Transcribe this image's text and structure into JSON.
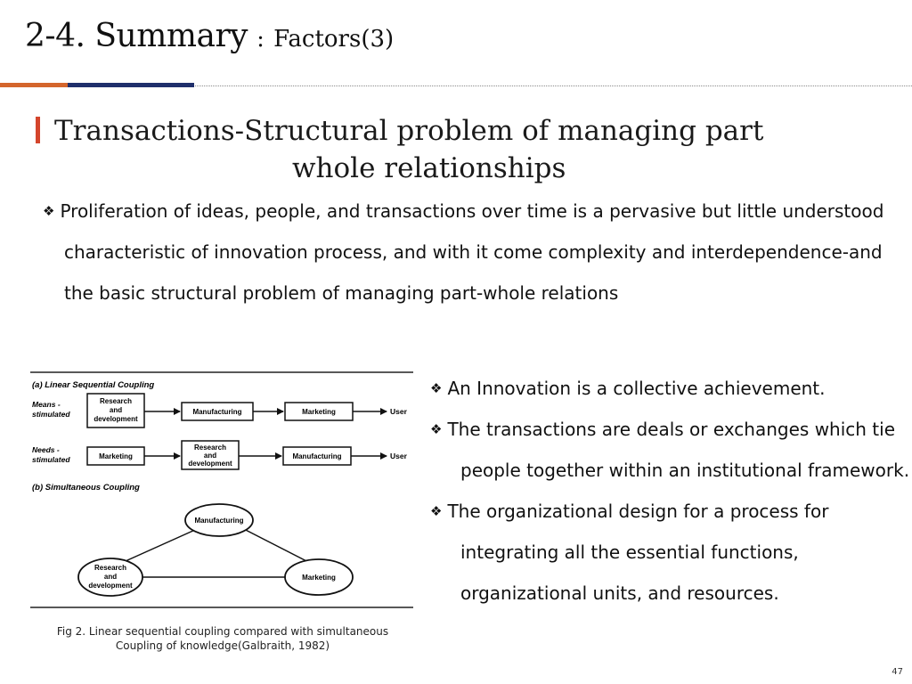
{
  "slide": {
    "title_main": "2-4. Summary",
    "title_sep": ":",
    "title_sub": "Factors(3)",
    "heading_line1": "Transactions-Structural problem of managing part",
    "heading_line2": "whole relationships",
    "paragraph": "Proliferation of ideas, people, and transactions over time is a pervasive but little understood characteristic of innovation process, and with it come complexity and interdependence-and the basic structural problem of managing part-whole relations",
    "bullets": [
      {
        "text": "An Innovation is a collective achievement."
      },
      {
        "text": "The transactions are deals or exchanges which tie people together within an institutional framework."
      },
      {
        "text": "The organizational design for a process for integrating all the essential functions, organizational units, and resources."
      }
    ],
    "caption": "Fig 2. Linear sequential coupling compared with simultaneous Coupling of knowledge(Galbraith, 1982)",
    "page_number": "47",
    "bullet_symbol": "❖"
  },
  "figure": {
    "section_a": "(a) Linear Sequential Coupling",
    "row1_label": [
      "Means -",
      "stimulated"
    ],
    "row1_boxes": [
      [
        "Research",
        "and",
        "development"
      ],
      [
        "Manufacturing"
      ],
      [
        "Marketing"
      ]
    ],
    "row1_end": "User",
    "row2_label": [
      "Needs -",
      "stimulated"
    ],
    "row2_boxes": [
      [
        "Marketing"
      ],
      [
        "Research",
        "and",
        "development"
      ],
      [
        "Manufacturing"
      ]
    ],
    "row2_end": "User",
    "section_b": "(b) Simultaneous Coupling",
    "ellipses": [
      [
        "Manufacturing"
      ],
      [
        "Research",
        "and",
        "development"
      ],
      [
        "Marketing"
      ]
    ]
  },
  "colors": {
    "accent_orange": "#d4652c",
    "accent_navy": "#1f2f6b",
    "heading_bar": "#d4452c"
  }
}
